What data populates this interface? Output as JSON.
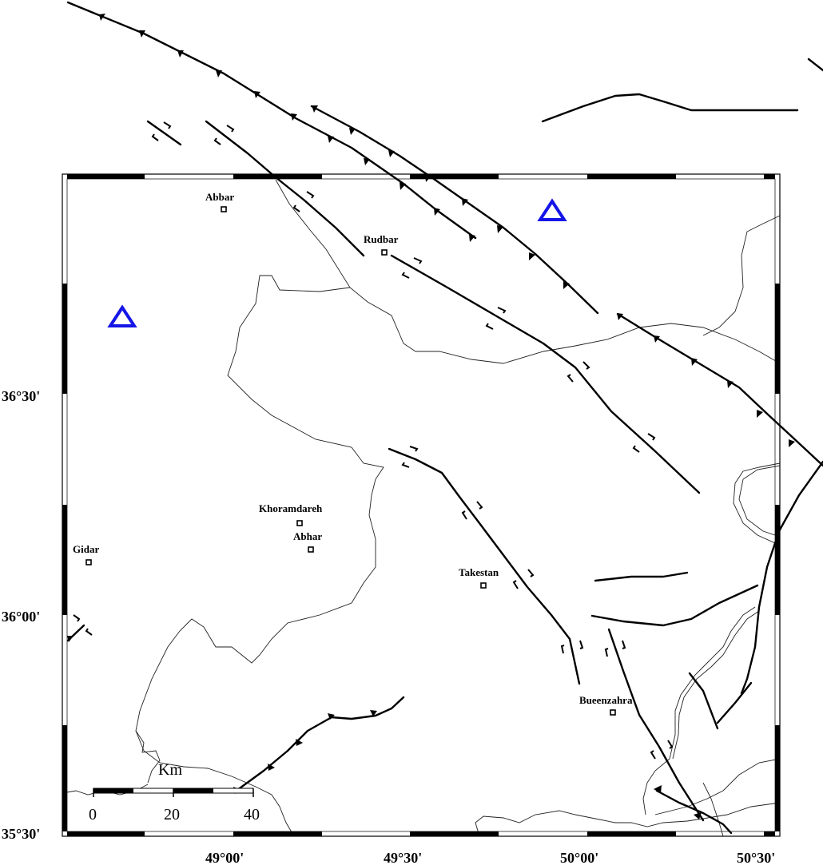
{
  "axes": {
    "lat_labels": [
      "36°30'",
      "36°00'",
      "35°30'"
    ],
    "lon_labels": [
      "49°00'",
      "49°30'",
      "50°00'",
      "50°30'"
    ]
  },
  "towns": [
    {
      "name": "Abbar"
    },
    {
      "name": "Rudbar"
    },
    {
      "name": "Khoramdareh"
    },
    {
      "name": "Abhar"
    },
    {
      "name": "Gidar"
    },
    {
      "name": "Takestan"
    },
    {
      "name": "Bueenzahra"
    }
  ],
  "scale_bar": {
    "unit": "Km",
    "ticks": [
      "0",
      "20",
      "40"
    ]
  },
  "colors": {
    "station": "#1515e8",
    "fault": "#000000",
    "border": "#000000"
  },
  "symbols": {
    "station": "triangle-icon"
  }
}
